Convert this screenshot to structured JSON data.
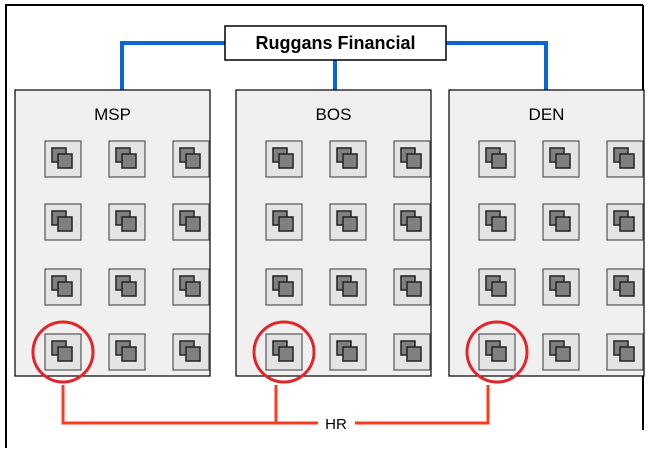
{
  "company": {
    "label": "Ruggans Financial"
  },
  "sites": [
    {
      "name": "MSP",
      "rows": 4,
      "cols": 3
    },
    {
      "name": "BOS",
      "rows": 4,
      "cols": 3
    },
    {
      "name": "DEN",
      "rows": 4,
      "cols": 3
    }
  ],
  "department_link": {
    "label": "HR",
    "highlight": {
      "row": 4,
      "col": 1
    }
  },
  "colors": {
    "outer_border": "#000000",
    "company_link": "#0a66d6",
    "department_link": "#ff3b1f",
    "highlight_circle": "#e4242a",
    "site_fill": "#f0f0f0",
    "icon_frame": "#e4e4e4",
    "icon_square": "#808080"
  },
  "icons": {
    "node": "stacked-squares-icon"
  }
}
